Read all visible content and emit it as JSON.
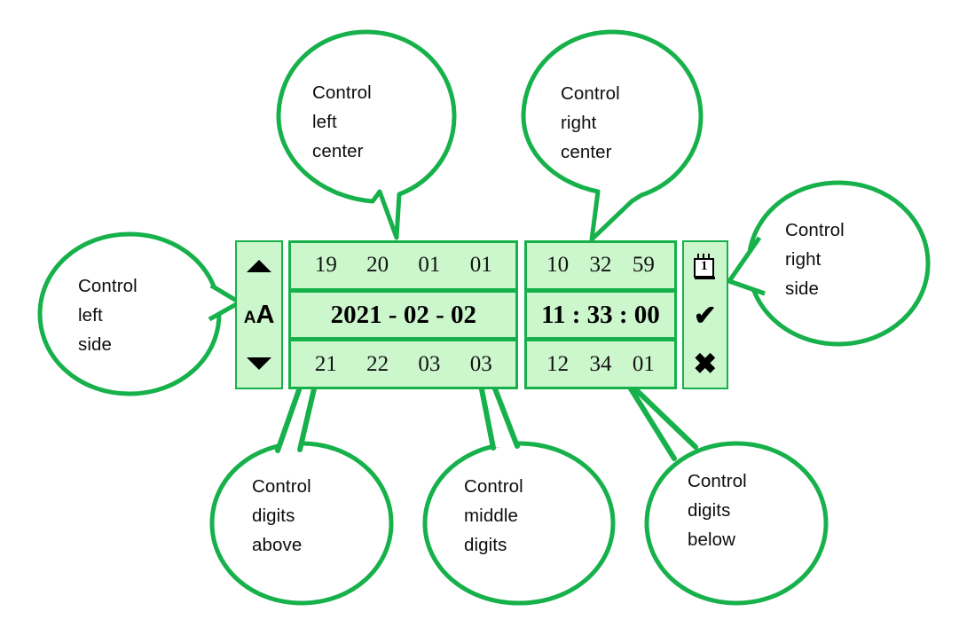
{
  "colors": {
    "callout_stroke": "#17b14b",
    "callout_fill": "#ffffff",
    "widget_border": "#17b14b",
    "widget_cell_fill": "#ccf6cc",
    "text": "#000000",
    "page_background": "#ffffff"
  },
  "callouts": [
    {
      "id": "control-left-center",
      "lines": [
        "Control",
        "left",
        "center"
      ],
      "text": "Control\nleft\ncenter"
    },
    {
      "id": "control-right-center",
      "lines": [
        "Control",
        "right",
        "center"
      ],
      "text": "Control\nright\ncenter"
    },
    {
      "id": "control-right-side",
      "lines": [
        "Control",
        "right",
        "side"
      ],
      "text": "Control\nright\nside"
    },
    {
      "id": "control-left-side",
      "lines": [
        "Control",
        "left",
        "side"
      ],
      "text": "Control\nleft\nside"
    },
    {
      "id": "control-digits-above",
      "lines": [
        "Control",
        "digits",
        "above"
      ],
      "text": "Control\ndigits\nabove"
    },
    {
      "id": "control-middle-digits",
      "lines": [
        "Control",
        "middle",
        "digits"
      ],
      "text": "Control\nmiddle\ndigits"
    },
    {
      "id": "control-digits-below",
      "lines": [
        "Control",
        "digits",
        "below"
      ],
      "text": "Control\ndigits\nbelow"
    }
  ],
  "widget": {
    "left_side": {
      "up_arrow": "triangle-up-icon",
      "font_size_label": {
        "small": "A",
        "large": "A"
      },
      "down_arrow": "triangle-down-icon"
    },
    "date_section": {
      "above_digits": [
        "19",
        "20",
        "01",
        "01"
      ],
      "middle_value": "2021 - 02 - 02",
      "below_digits": [
        "21",
        "22",
        "03",
        "03"
      ]
    },
    "time_section": {
      "above_digits": [
        "10",
        "32",
        "59"
      ],
      "middle_value": "11 : 33 : 00",
      "below_digits": [
        "12",
        "34",
        "01"
      ]
    },
    "right_side": {
      "calendar_icon_number": "1",
      "confirm_glyph": "✔",
      "cancel_glyph": "✖"
    }
  }
}
